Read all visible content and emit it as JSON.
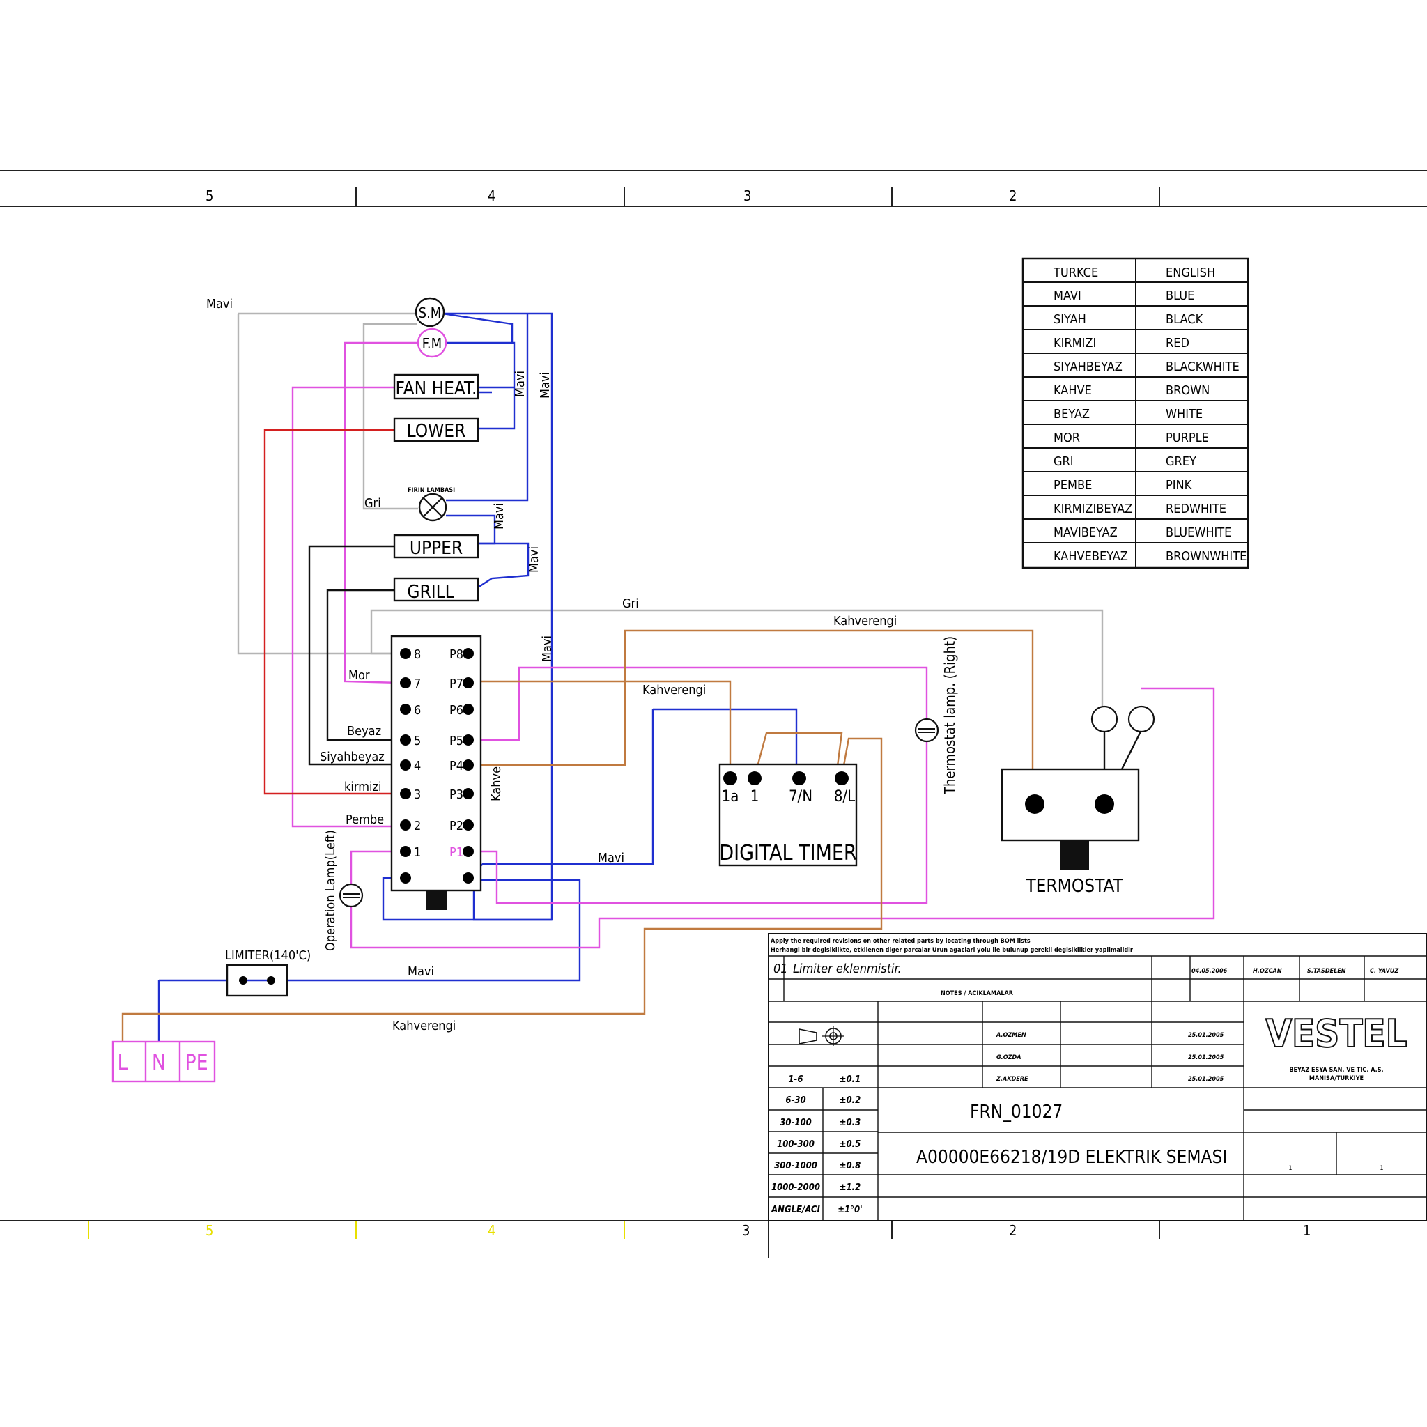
{
  "border": {
    "zones_top": [
      "5",
      "4",
      "3",
      "2"
    ],
    "zones_bottom": [
      "5",
      "4",
      "3",
      "2",
      "1"
    ]
  },
  "legend": {
    "header": [
      "TURKCE",
      "ENGLISH"
    ],
    "rows": [
      [
        "MAVI",
        "BLUE"
      ],
      [
        "SIYAH",
        "BLACK"
      ],
      [
        "KIRMIZI",
        "RED"
      ],
      [
        "SIYAHBEYAZ",
        "BLACKWHITE"
      ],
      [
        "KAHVE",
        "BROWN"
      ],
      [
        "BEYAZ",
        "WHITE"
      ],
      [
        "MOR",
        "PURPLE"
      ],
      [
        "GRI",
        "GREY"
      ],
      [
        "PEMBE",
        "PINK"
      ],
      [
        "KIRMIZIBEYAZ",
        "REDWHITE"
      ],
      [
        "MAVIBEYAZ",
        "BLUEWHITE"
      ],
      [
        "KAHVEBEYAZ",
        "BROWNWHITE"
      ]
    ]
  },
  "components": {
    "sm": "S.M",
    "fm": "F.M",
    "fan_heat": "FAN HEAT.",
    "lower": "LOWER",
    "oven_lamp": "FIRIN LAMBASI",
    "upper": "UPPER",
    "grill": "GRILL",
    "digital_timer": "DIGITAL TIMER",
    "termostat": "TERMOSTAT",
    "limiter": "LIMITER(140'C)",
    "operation_lamp": "Operation Lamp(Left)",
    "thermostat_lamp": "Thermostat lamp. (Right)"
  },
  "switch": {
    "left_pins": [
      "8",
      "7",
      "6",
      "5",
      "4",
      "3",
      "2",
      "1"
    ],
    "right_pins": [
      "P8",
      "P7",
      "P6",
      "P5",
      "P4",
      "P3",
      "P2",
      "P1"
    ]
  },
  "timer_pins": [
    "1a",
    "1",
    "7/N",
    "8/L"
  ],
  "terminal_block": [
    "L",
    "N",
    "PE"
  ],
  "wire_labels": {
    "mavi": "Mavi",
    "gri": "Gri",
    "kahverengi": "Kahverengi",
    "mor": "Mor",
    "beyaz": "Beyaz",
    "siyahbeyaz": "Siyahbeyaz",
    "kirmizi": "kirmizi",
    "pembe": "Pembe",
    "kahve": "Kahve"
  },
  "title_block": {
    "note_line1": "Apply the required revisions on other related parts by locating through BOM lists",
    "note_line2": "Herhangi bir degisiklikte, etkilenen diger parcalar Urun agaclari yolu ile bulunup gerekli degisiklikler yapilmalidir",
    "revision_no": "01",
    "revision_text": "Limiter eklenmistir.",
    "revision_date": "04.05.2006",
    "changed_by": "H.OZCAN",
    "checked_by": "S.TASDELEN",
    "approved_by": "C. YAVUZ",
    "notes_label": "NOTES / ACIKLAMALAR",
    "drawing_no": "FRN_01027",
    "part_name": "A00000E66218/19D ELEKTRIK SEMASI",
    "company": "VESTEL",
    "company_sub1": "BEYAZ ESYA SAN. VE TIC. A.S.",
    "company_sub2": "MANISA/TURKIYE",
    "sheet_no": "1",
    "sheet_total": "1",
    "drawn_by": "A.OZMEN",
    "checked_name": "G.OZDA",
    "approved_name": "Z.AKDERE",
    "date1": "25.01.2005",
    "date2": "25.01.2005",
    "date3": "25.01.2005",
    "tolerances": [
      [
        "1-6",
        "±0.1"
      ],
      [
        "6-30",
        "±0.2"
      ],
      [
        "30-100",
        "±0.3"
      ],
      [
        "100-300",
        "±0.5"
      ],
      [
        "300-1000",
        "±0.8"
      ],
      [
        "1000-2000",
        "±1.2"
      ],
      [
        "ANGLE/ACI",
        "±1°0'"
      ]
    ]
  },
  "colors": {
    "blue": "#1f2fd0",
    "grey": "#b4b4b4",
    "pink": "#e052e0",
    "red": "#d42020",
    "black": "#111111",
    "brown": "#c07a40"
  }
}
